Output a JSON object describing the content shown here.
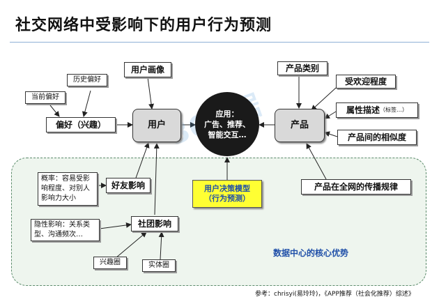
{
  "title": "社交网络中受影响下的用户行为预测",
  "core": {
    "line1": "应用：",
    "line2": "广告、推荐、",
    "line3": "智能交互…"
  },
  "user": "用户",
  "product": "产品",
  "user_portrait": "用户画像",
  "history_pref": "历史偏好",
  "current_pref": "当前偏好",
  "preference": "偏好（兴趣）",
  "product_category": "产品类别",
  "popularity": "受欢迎程度",
  "attribute_desc": "属性描述",
  "attribute_tag": "（标签…）",
  "product_similarity": "产品间的相似度",
  "propagation": "产品在全网的传播规律",
  "decision_model": {
    "line1": "用户决策模型",
    "line2": "（行为预测）"
  },
  "friend_influence": "好友影响",
  "friend_desc": "概率：容易受影\n响程度、对别人\n影响力大小",
  "group_influence": "社团影响",
  "implicit_desc": "隐性影响：关系类\n型、沟通频次…",
  "interest_circle": "兴趣圈",
  "real_circle": "实体圈",
  "datacenter_label": "数据中心的核心优势",
  "reference": "参考：chrisyi(易玲玲)，《APP推荐（社会化推荐）综述》",
  "watermark": "36数据",
  "colors": {
    "accent_blue": "#1f4fa8",
    "highlight_yellow": "#ffff33",
    "node_gray": "#d9d9d9",
    "core_black": "#1a1a1a",
    "datacenter_fill": "#eef5ee"
  }
}
